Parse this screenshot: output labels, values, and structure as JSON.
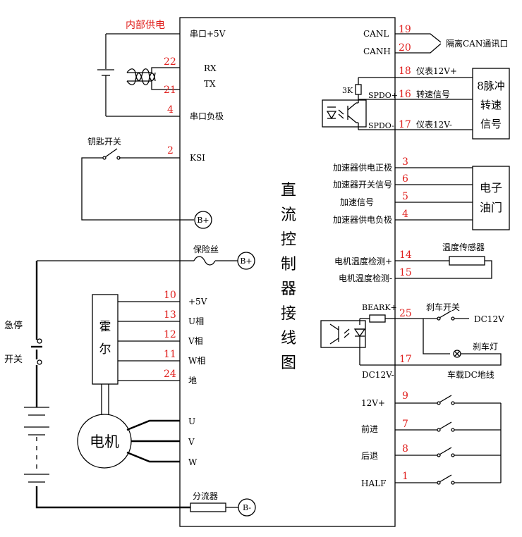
{
  "title_chars": [
    "直",
    "流",
    "控",
    "制",
    "器",
    "接",
    "线",
    "图"
  ],
  "labels": {
    "internal_power": "内部供电",
    "serial_5v": "串口+5V",
    "rx": "RX",
    "tx": "TX",
    "serial_neg": "串口负极",
    "key_switch": "钥匙开关",
    "ksi": "KSI",
    "b_plus": "B+",
    "b_minus": "B-",
    "fuse": "保险丝",
    "estop_1": "急停",
    "estop_2": "开关",
    "hall_1": "霍",
    "hall_2": "尔",
    "motor": "电机",
    "p5v": "+5V",
    "u_phase": "U相",
    "v_phase": "V相",
    "w_phase": "W相",
    "ground": "地",
    "u": "U",
    "v": "V",
    "w": "W",
    "shunt": "分流器",
    "canl": "CANL",
    "canh": "CANH",
    "can_port": "隔离CAN通讯口",
    "meter_12v_pos": "仪表12V+",
    "spd_signal": "转速信号",
    "meter_12v_neg": "仪表12V-",
    "resistor_3k": "3K",
    "spdo_pos": "SPDO+",
    "spdo": "SPDO-",
    "pulse_1": "8脉冲",
    "pulse_2": "转速",
    "pulse_3": "信号",
    "acc_power_pos": "加速器供电正极",
    "acc_switch": "加速器开关信号",
    "acc_signal": "加速信号",
    "acc_power_neg": "加速器供电负极",
    "throttle_1": "电子",
    "throttle_2": "油门",
    "temp_sensor": "温度传感器",
    "motor_temp_pos": "电机温度检测+",
    "motor_temp_neg": "电机温度检测-",
    "beark": "BEARK+",
    "brake_switch": "刹车开关",
    "dc12v": "DC12V",
    "brake_lamp": "刹车灯",
    "dc12v_neg": "DC12V-",
    "vehicle_ground": "车载DC地线",
    "p12v": "12V+",
    "forward": "前进",
    "reverse": "后退",
    "half": "HALF"
  },
  "pins": {
    "p22": "22",
    "p21": "21",
    "p4_serial": "4",
    "p2": "2",
    "p10": "10",
    "p13": "13",
    "p12": "12",
    "p11": "11",
    "p24": "24",
    "p19": "19",
    "p20": "20",
    "p18": "18",
    "p16": "16",
    "p17_spd": "17",
    "p3": "3",
    "p6": "6",
    "p5": "5",
    "p4_acc": "4",
    "p14": "14",
    "p15": "15",
    "p25": "25",
    "p17_brake": "17",
    "p9": "9",
    "p7": "7",
    "p8": "8",
    "p1": "1"
  },
  "colors": {
    "pin_number": "#e0201e",
    "line": "#000000"
  }
}
